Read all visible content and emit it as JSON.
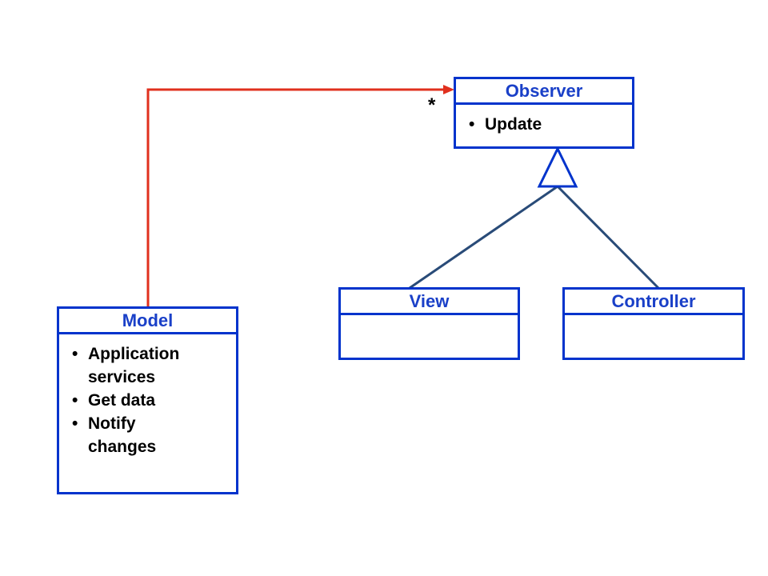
{
  "colors": {
    "class_border": "#0033cc",
    "class_title": "#1a40c8",
    "association_line": "#e0301e",
    "generalization_line": "#294b78"
  },
  "classes": {
    "observer": {
      "name": "Observer",
      "operations": [
        "Update"
      ]
    },
    "model": {
      "name": "Model",
      "operations": [
        "Application services",
        "Get data",
        "Notify changes"
      ]
    },
    "view": {
      "name": "View",
      "operations": []
    },
    "controller": {
      "name": "Controller",
      "operations": []
    }
  },
  "relationships": {
    "association": {
      "from": "Model",
      "to": "Observer",
      "multiplicity": "*"
    },
    "generalization": {
      "parent": "Observer",
      "children": [
        "View",
        "Controller"
      ]
    }
  }
}
